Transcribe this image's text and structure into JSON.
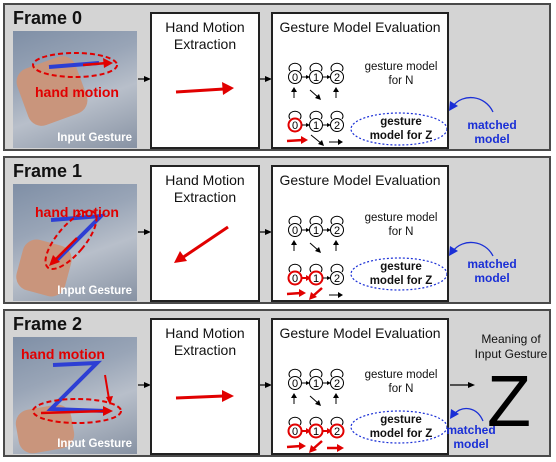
{
  "frames": [
    {
      "title": "Frame 0",
      "photo_caption": "Input Gesture",
      "hand_motion_label": "hand motion",
      "extraction_title": "Hand Motion Extraction",
      "evaluation_title": "Gesture Model Evaluation",
      "model_n_label": "gesture model for N",
      "model_z_label": "gesture model for Z",
      "matched_label": "matched model"
    },
    {
      "title": "Frame 1",
      "photo_caption": "Input Gesture",
      "hand_motion_label": "hand motion",
      "extraction_title": "Hand Motion Extraction",
      "evaluation_title": "Gesture Model Evaluation",
      "model_n_label": "gesture model for N",
      "model_z_label": "gesture model for Z",
      "matched_label": "matched model"
    },
    {
      "title": "Frame 2",
      "photo_caption": "Input Gesture",
      "hand_motion_label": "hand motion",
      "extraction_title": "Hand Motion Extraction",
      "evaluation_title": "Gesture Model Evaluation",
      "model_n_label": "gesture model for N",
      "model_z_label": "gesture model for Z",
      "matched_label": "matched model"
    }
  ],
  "state_labels": [
    "0",
    "1",
    "2"
  ],
  "result": {
    "meaning_label": "Meaning of Input Gesture",
    "recognized_gesture": "Z"
  },
  "colors": {
    "motion_arrow": "#e10000",
    "gesture_trace": "#2d3fd4",
    "matched": "#1a2fd6",
    "panel_bg": "#d4d4d4"
  }
}
